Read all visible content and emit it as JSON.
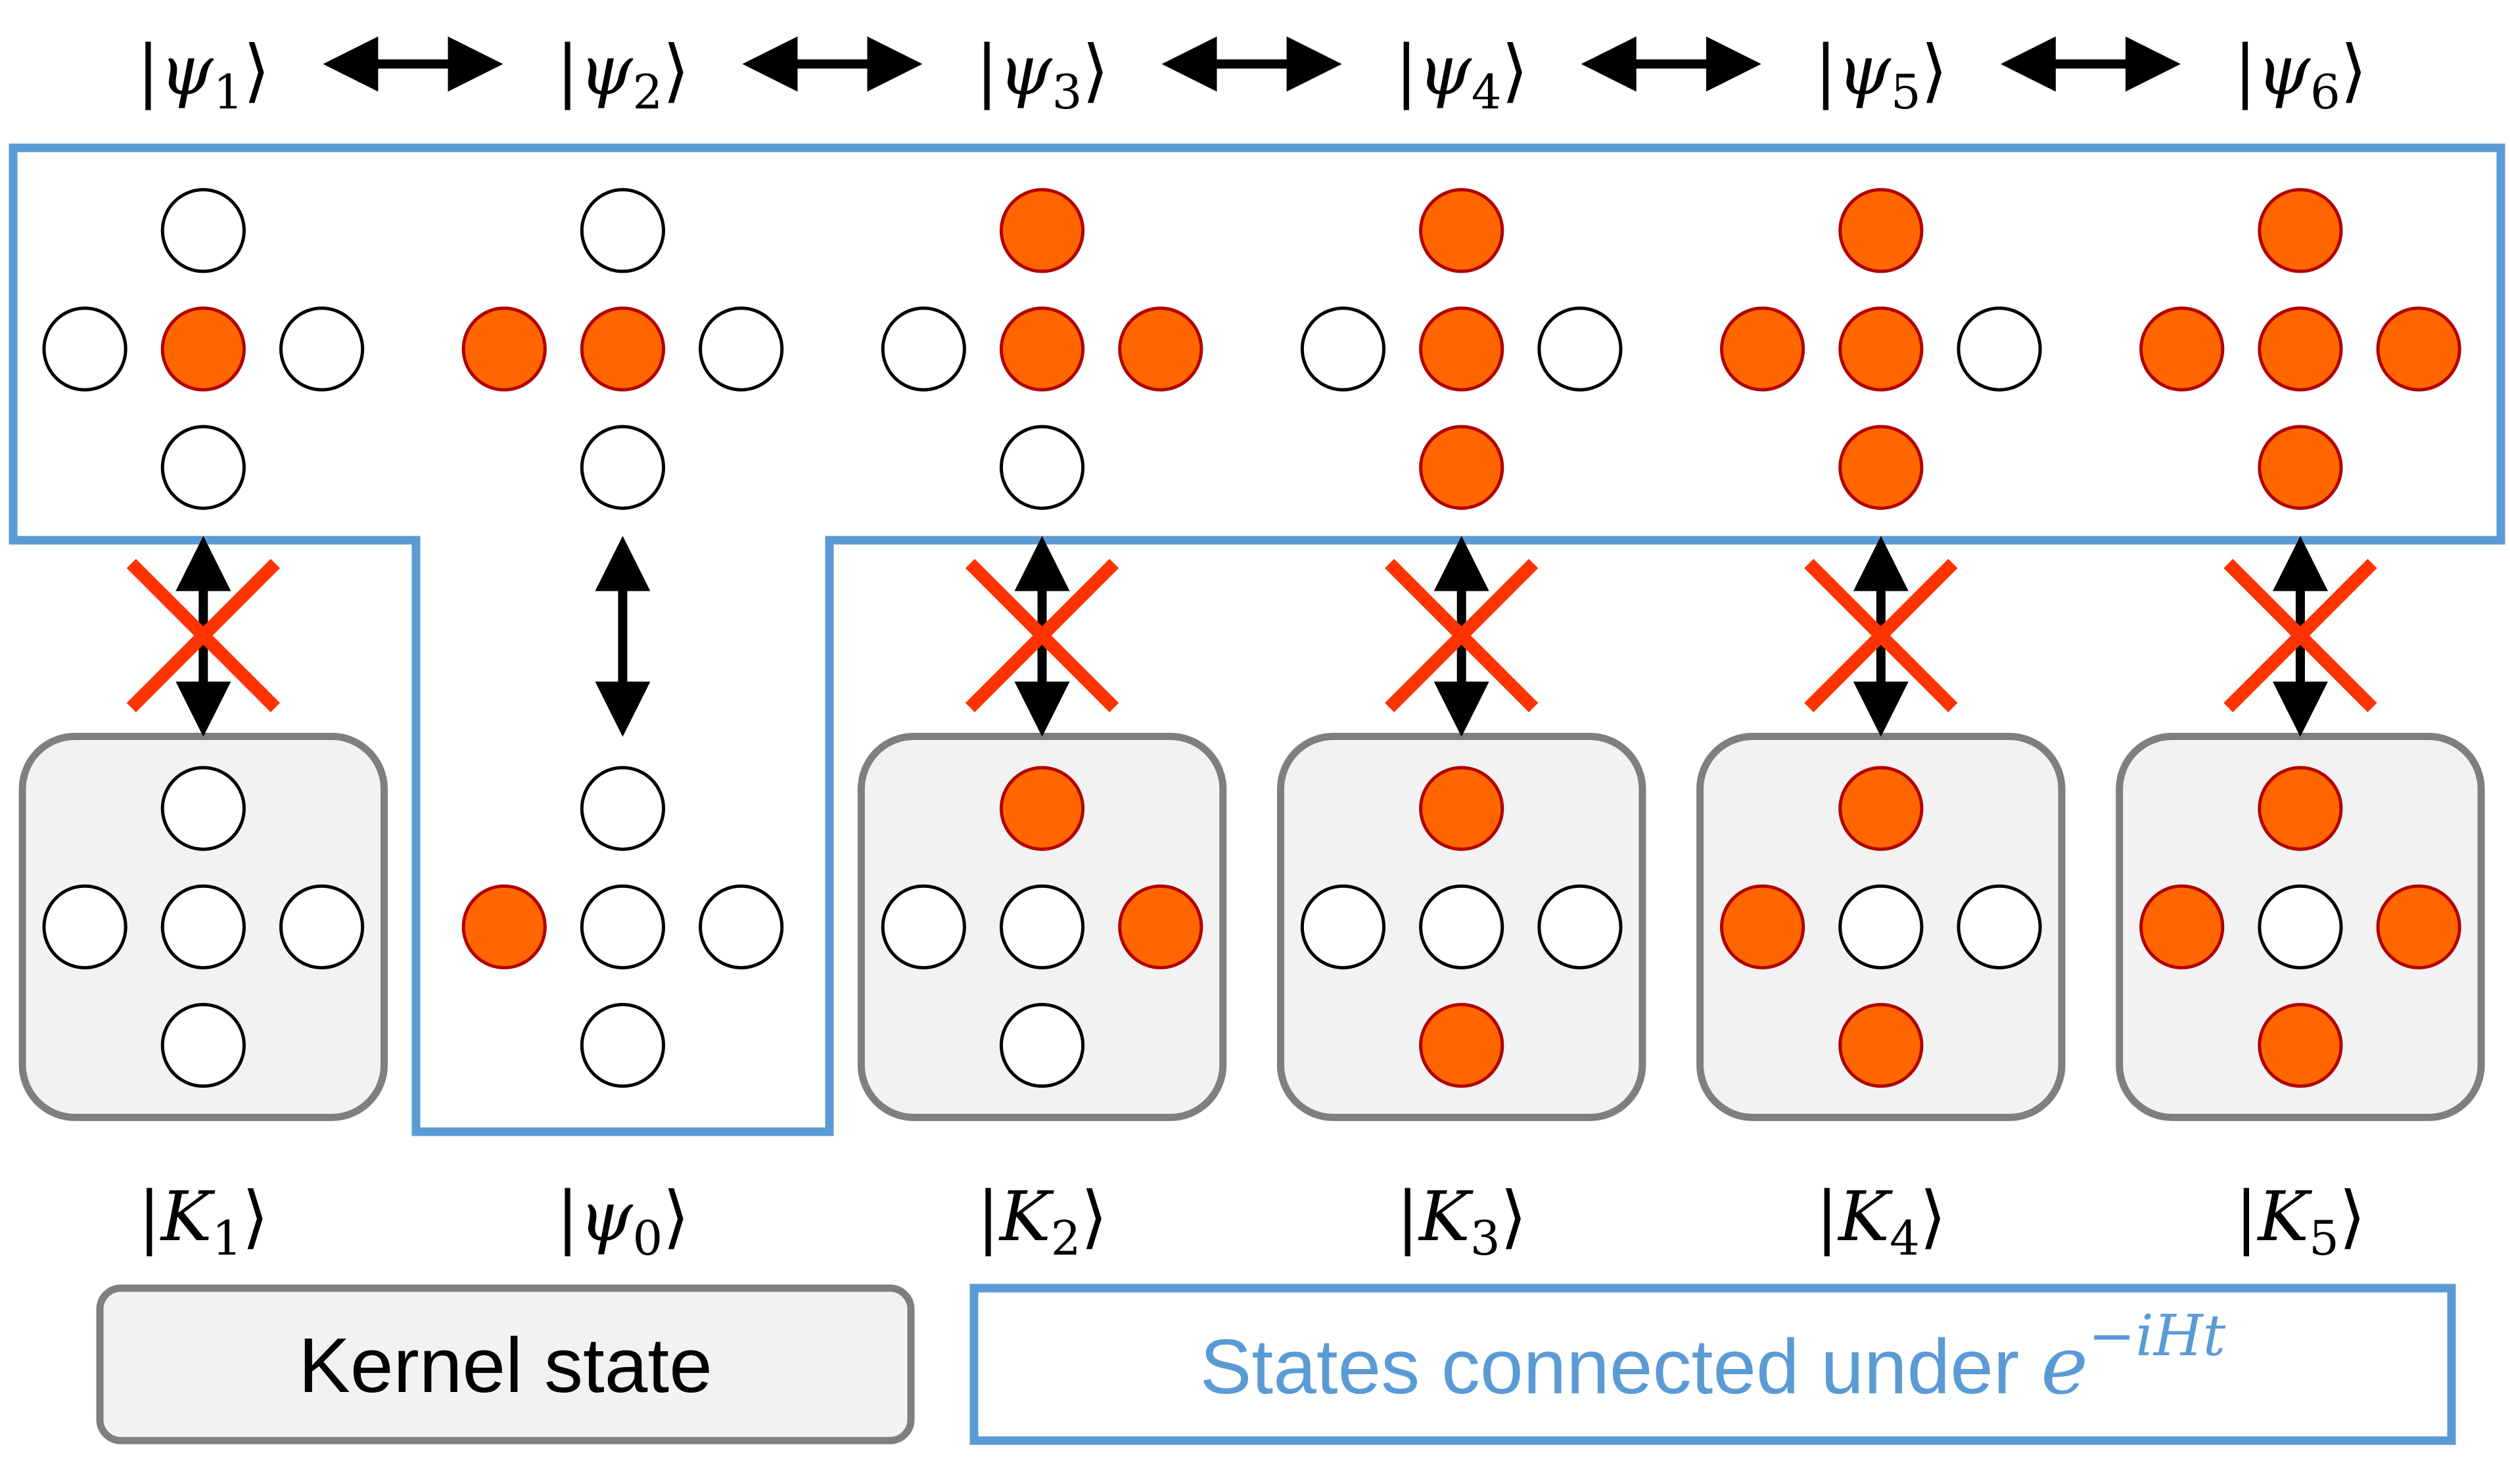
{
  "colors": {
    "occupied_fill": "#ff6600",
    "occupied_stroke": "#b20000",
    "empty_fill": "#ffffff",
    "empty_stroke": "#000000",
    "connected_region": "#5b9bd5",
    "kernel_box_fill": "#f2f2f2",
    "kernel_box_stroke": "#7f7f7f",
    "blocked_cross": "#ff3300",
    "arrow": "#000000"
  },
  "top_row": {
    "states": [
      {
        "label_base": "|ψ",
        "label_sub": "1",
        "label_end": "⟩",
        "sites": {
          "up": 0,
          "left": 0,
          "center": 1,
          "right": 0,
          "down": 0
        }
      },
      {
        "label_base": "|ψ",
        "label_sub": "2",
        "label_end": "⟩",
        "sites": {
          "up": 0,
          "left": 1,
          "center": 1,
          "right": 0,
          "down": 0
        }
      },
      {
        "label_base": "|ψ",
        "label_sub": "3",
        "label_end": "⟩",
        "sites": {
          "up": 1,
          "left": 0,
          "center": 1,
          "right": 1,
          "down": 0
        }
      },
      {
        "label_base": "|ψ",
        "label_sub": "4",
        "label_end": "⟩",
        "sites": {
          "up": 1,
          "left": 0,
          "center": 1,
          "right": 0,
          "down": 1
        }
      },
      {
        "label_base": "|ψ",
        "label_sub": "5",
        "label_end": "⟩",
        "sites": {
          "up": 1,
          "left": 1,
          "center": 1,
          "right": 0,
          "down": 1
        }
      },
      {
        "label_base": "|ψ",
        "label_sub": "6",
        "label_end": "⟩",
        "sites": {
          "up": 1,
          "left": 1,
          "center": 1,
          "right": 1,
          "down": 1
        }
      }
    ],
    "horizontal_arrows": 5
  },
  "bottom_row": {
    "states": [
      {
        "label_base": "|K",
        "label_sub": "1",
        "label_end": "⟩",
        "kind": "kernel",
        "link": "blocked",
        "sites": {
          "up": 0,
          "left": 0,
          "center": 0,
          "right": 0,
          "down": 0
        }
      },
      {
        "label_base": "|ψ",
        "label_sub": "0",
        "label_end": "⟩",
        "kind": "connected",
        "link": "allowed",
        "sites": {
          "up": 0,
          "left": 1,
          "center": 0,
          "right": 0,
          "down": 0
        }
      },
      {
        "label_base": "|K",
        "label_sub": "2",
        "label_end": "⟩",
        "kind": "kernel",
        "link": "blocked",
        "sites": {
          "up": 1,
          "left": 0,
          "center": 0,
          "right": 1,
          "down": 0
        }
      },
      {
        "label_base": "|K",
        "label_sub": "3",
        "label_end": "⟩",
        "kind": "kernel",
        "link": "blocked",
        "sites": {
          "up": 1,
          "left": 0,
          "center": 0,
          "right": 0,
          "down": 1
        }
      },
      {
        "label_base": "|K",
        "label_sub": "4",
        "label_end": "⟩",
        "kind": "kernel",
        "link": "blocked",
        "sites": {
          "up": 1,
          "left": 1,
          "center": 0,
          "right": 0,
          "down": 1
        }
      },
      {
        "label_base": "|K",
        "label_sub": "5",
        "label_end": "⟩",
        "kind": "kernel",
        "link": "blocked",
        "sites": {
          "up": 1,
          "left": 1,
          "center": 0,
          "right": 1,
          "down": 1
        }
      }
    ]
  },
  "legend": {
    "kernel_label": "Kernel state",
    "connected_label": "States connected under ",
    "operator_base": "e",
    "operator_exponent": "−iHt"
  }
}
